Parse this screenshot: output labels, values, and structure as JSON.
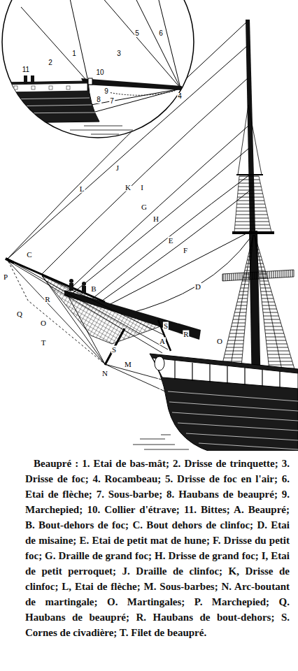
{
  "diagram": {
    "caption": "Beaupré : 1. Etai de bas-mât; 2. Drisse de trinquette; 3. Drisse de foc; 4. Rocambeau; 5. Drisse de foc en l'air; 6. Etai de flèche; 7. Sous-barbe; 8. Haubans de beaupré; 9. Marchepied; 10. Collier d'étrave; 11. Bittes; A. Beaupré; B. Bout-dehors de foc; C. Bout dehors de clinfoc; D. Etai de misaine; E. Etai de petit mat de hune; F. Drisse du petit foc; G. Draille de grand foc; H. Drisse de grand foc; I, Etai de petit perroquet; J. Draille de clinfoc; K, Drisse de clinfoc; L, Etai de flèche; M. Sous-barbes; N. Arc-boutant de martingale; O. Martingales; P. Marchepied; Q. Haubans de beaupré; R. Haubans de bout-dehors; S. Cornes de civadière; T. Filet de beaupré.",
    "labels": [
      "1",
      "2",
      "3",
      "4",
      "5",
      "6",
      "7",
      "8",
      "9",
      "10",
      "11",
      "A",
      "B",
      "C",
      "D",
      "E",
      "F",
      "G",
      "H",
      "I",
      "J",
      "K",
      "L",
      "M",
      "N",
      "O",
      "O",
      "P",
      "Q",
      "R",
      "R",
      "S",
      "S",
      "T"
    ]
  }
}
